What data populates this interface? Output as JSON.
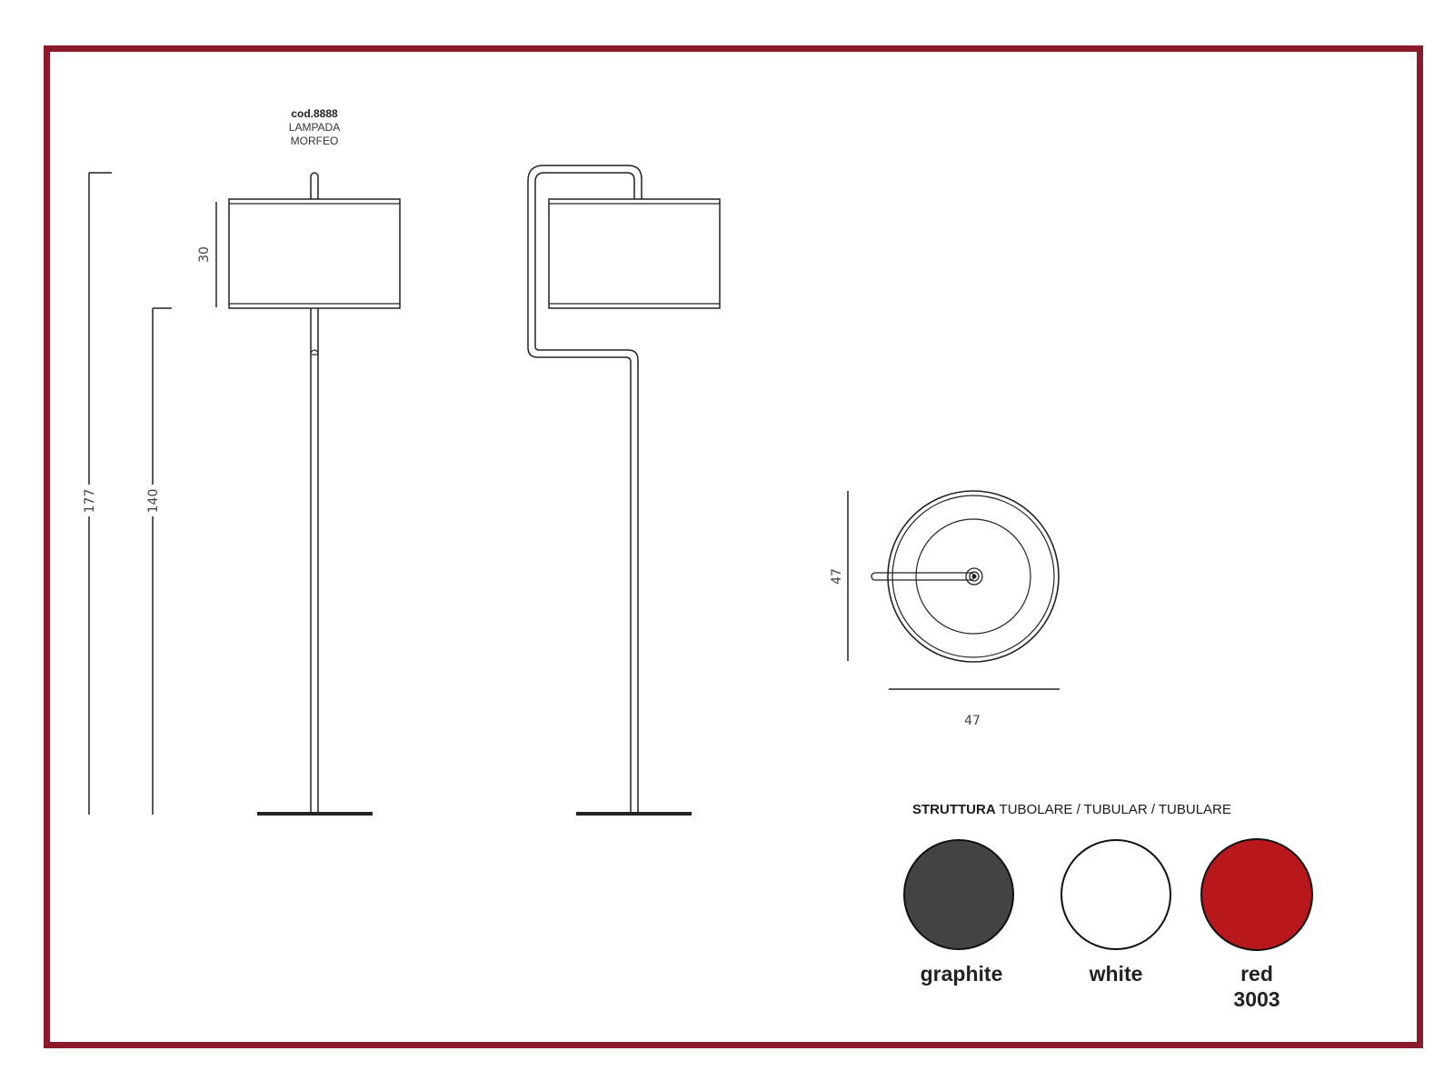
{
  "product": {
    "code": "cod.8888",
    "type": "LAMPADA",
    "name": "MORFEO"
  },
  "dimensions": {
    "total_height": "177",
    "pole_height": "140",
    "shade_height": "30",
    "base_depth": "47",
    "base_width": "47"
  },
  "finish": {
    "caption_bold": "STRUTTURA",
    "caption_rest": " TUBOLARE / TUBULAR / TUBULARE",
    "swatches": [
      {
        "label": "graphite",
        "color": "#434343"
      },
      {
        "label": "white",
        "color": "#ffffff"
      },
      {
        "label": "red",
        "sublabel": "3003",
        "color": "#b8171b"
      }
    ]
  },
  "colors": {
    "frame": "#8b1a2b",
    "line": "#222222"
  }
}
